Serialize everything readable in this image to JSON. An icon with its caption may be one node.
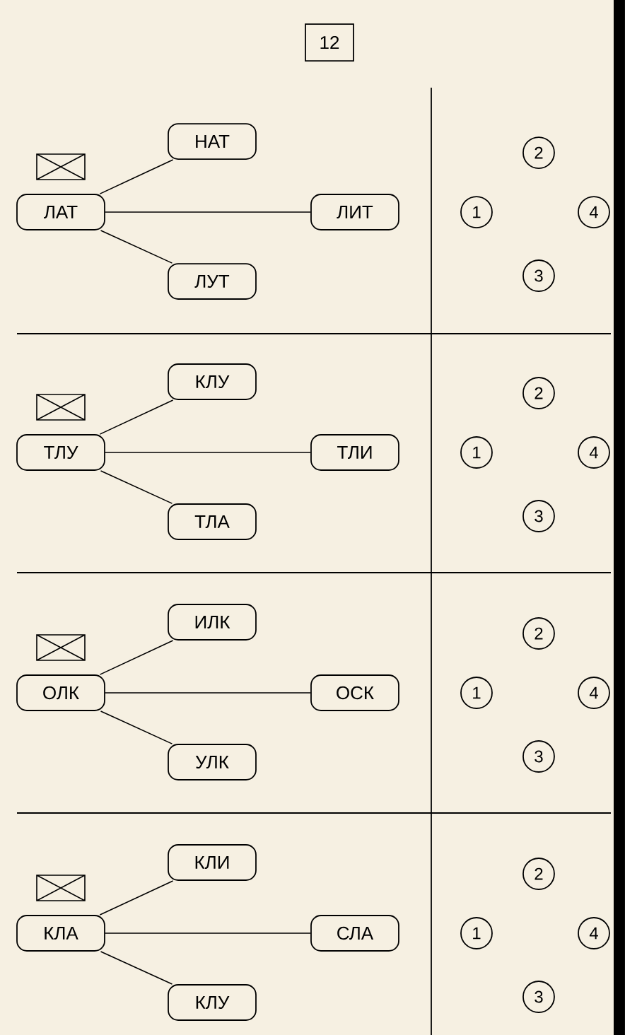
{
  "diagram": {
    "title": "12",
    "nodes": [
      {
        "text": [
          "ЛАТ"
        ]
      },
      {
        "text": [
          "НАТ"
        ]
      },
      {
        "text": [
          "ЛИТ"
        ]
      },
      {
        "text": [
          "ЛУТ"
        ]
      },
      {
        "text": [
          "1"
        ]
      },
      {
        "text": [
          "2"
        ]
      },
      {
        "text": [
          "3"
        ]
      },
      {
        "text": [
          "4"
        ]
      },
      {
        "text": [
          "ТЛУ"
        ]
      },
      {
        "text": [
          "КЛУ"
        ]
      },
      {
        "text": [
          "ТЛИ"
        ]
      },
      {
        "text": [
          "ТЛА"
        ]
      },
      {
        "text": [
          "1"
        ]
      },
      {
        "text": [
          "2"
        ]
      },
      {
        "text": [
          "3"
        ]
      },
      {
        "text": [
          "4"
        ]
      },
      {
        "text": [
          "ОЛК"
        ]
      },
      {
        "text": [
          "ИЛК"
        ]
      },
      {
        "text": [
          "ОСК"
        ]
      },
      {
        "text": [
          "УЛК"
        ]
      },
      {
        "text": [
          "1"
        ]
      },
      {
        "text": [
          "2"
        ]
      },
      {
        "text": [
          "3"
        ]
      },
      {
        "text": [
          "4"
        ]
      },
      {
        "text": [
          "КЛА"
        ]
      },
      {
        "text": [
          "КЛИ"
        ]
      },
      {
        "text": [
          "СЛА"
        ]
      },
      {
        "text": [
          "КЛУ"
        ]
      },
      {
        "text": [
          "1"
        ]
      },
      {
        "text": [
          "2"
        ]
      },
      {
        "text": [
          "3"
        ]
      },
      {
        "text": [
          "4"
        ]
      }
    ],
    "edges": [
      {
        "from": 0,
        "to": 1,
        "arrow": "none"
      },
      {
        "from": 0,
        "to": 2,
        "arrow": "none"
      },
      {
        "from": 0,
        "to": 3,
        "arrow": "none"
      },
      {
        "from": 8,
        "to": 9,
        "arrow": "none"
      },
      {
        "from": 8,
        "to": 10,
        "arrow": "none"
      },
      {
        "from": 8,
        "to": 11,
        "arrow": "none"
      },
      {
        "from": 16,
        "to": 17,
        "arrow": "none"
      },
      {
        "from": 16,
        "to": 18,
        "arrow": "none"
      },
      {
        "from": 16,
        "to": 19,
        "arrow": "none"
      },
      {
        "from": 24,
        "to": 25,
        "arrow": "none"
      },
      {
        "from": 24,
        "to": 26,
        "arrow": "none"
      },
      {
        "from": 24,
        "to": 27,
        "arrow": "none"
      }
    ]
  }
}
